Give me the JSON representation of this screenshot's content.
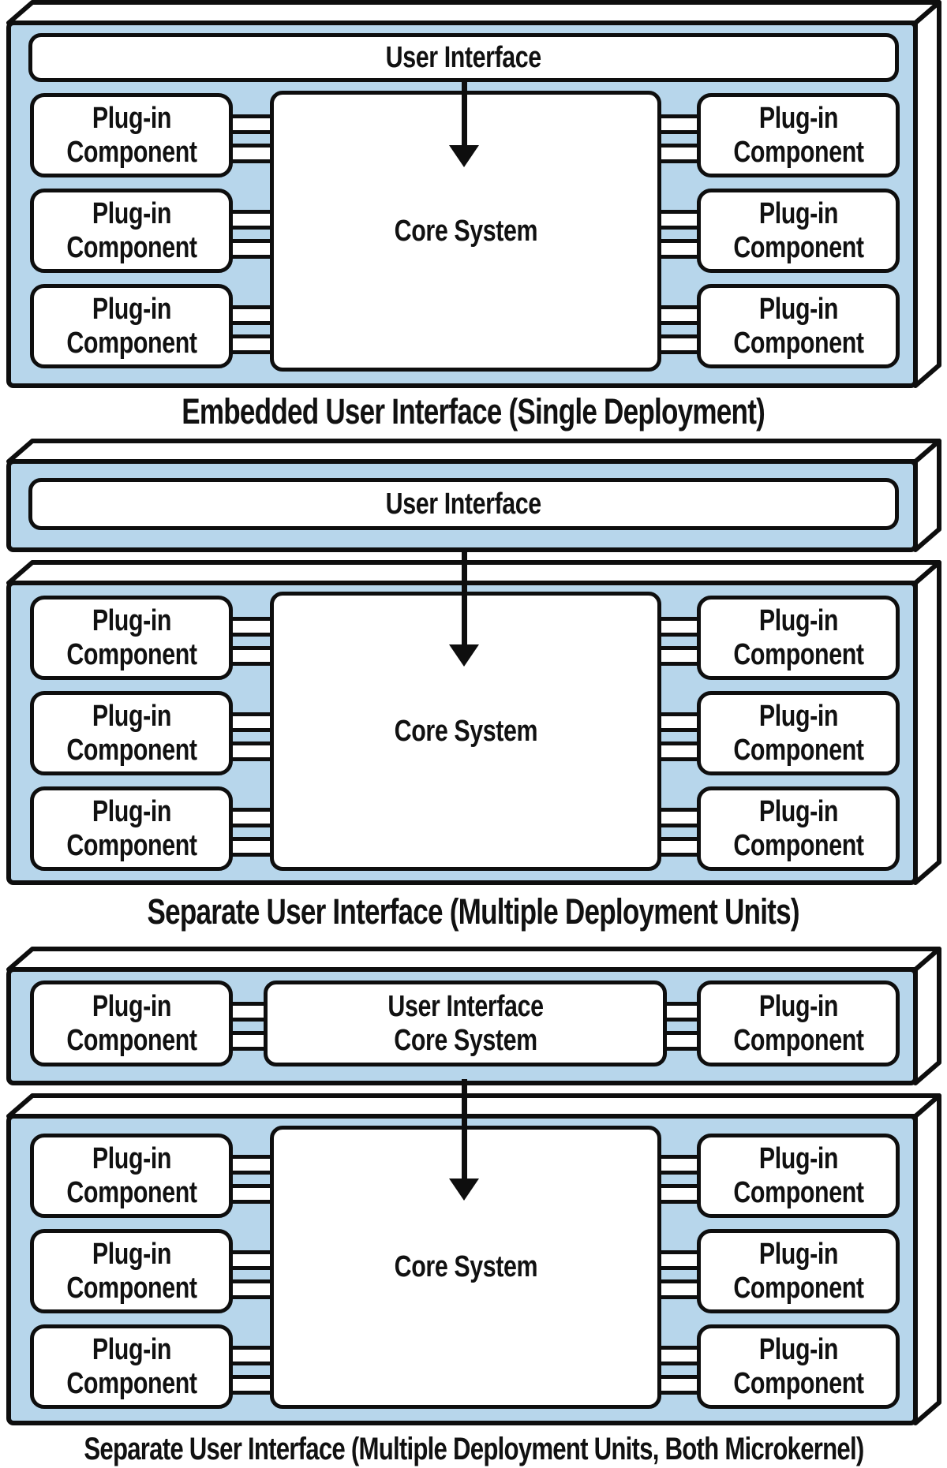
{
  "diagram": {
    "box_labels": {
      "user_interface": "User Interface",
      "core_system": "Core System",
      "plugin_component": "Plug-in Component",
      "ui_core_combined": "User Interface Core System"
    },
    "sections": [
      {
        "caption": "Embedded User Interface (Single Deployment)"
      },
      {
        "caption": "Separate User Interface (Multiple Deployment Units)"
      },
      {
        "caption": "Separate User Interface (Multiple Deployment Units, Both Microkernel)"
      }
    ],
    "colors": {
      "slab_fill": "#b7d6eb",
      "face_fill": "#ffffff",
      "box_fill": "#ffffff",
      "line": "#0e0e0e"
    }
  }
}
